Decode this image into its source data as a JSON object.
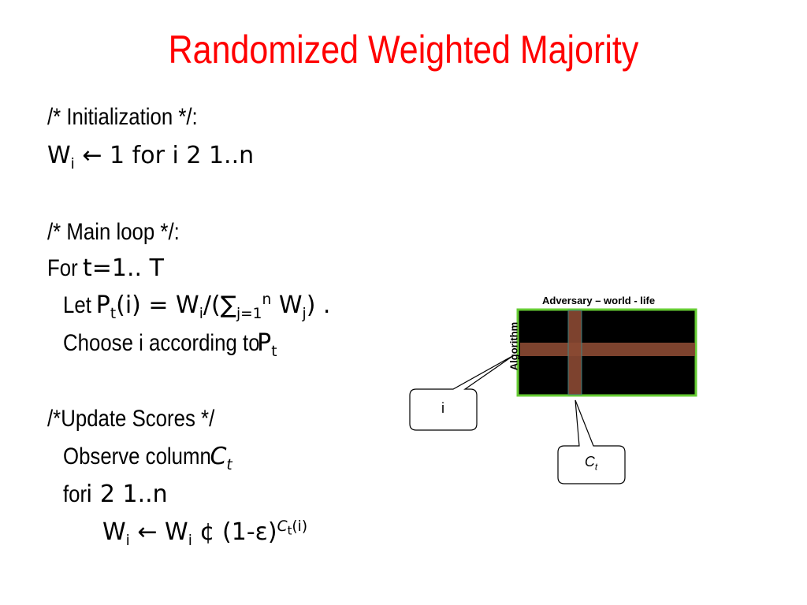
{
  "slide": {
    "title": "Randomized Weighted Majority",
    "init_comment": "/* Initialization */:",
    "init_W": "W",
    "init_sub_i": "i",
    "init_rest": " ← 1 for i 2 1..n",
    "main_comment": "/* Main loop */:",
    "for_kw": "For ",
    "for_rest": "t=1.. T",
    "let_kw": "Let ",
    "let_P": "P",
    "let_sub_t": "t",
    "let_mid": "(i) = W",
    "let_sub_i": "i",
    "let_div": "/(∑",
    "let_sub_j1": "j=1",
    "let_sup_n": "n",
    "let_W": " W",
    "let_sub_j": "j",
    "let_end": ") .",
    "choose_text": "Choose i according to ",
    "choose_P": "P",
    "choose_sub_t": "t",
    "update_comment": "/*Update Scores */",
    "observe_text": "Observe column ",
    "observe_C": "C",
    "observe_sub_t": "t",
    "loop_kw": "for ",
    "loop_rest": "i 2 1..n",
    "upd_W1": "W",
    "upd_sub_i1": "i",
    "upd_arrow": " ←  W",
    "upd_sub_i2": "i",
    "upd_rest": " ¢ (1-ε)",
    "upd_sup_C": "C",
    "upd_sup_t": "t",
    "upd_sup_i": "(i)"
  },
  "diagram": {
    "adversary_label": "Adversary – world - life",
    "algorithm_label": "Algorithm",
    "callout_i": "i",
    "callout_c": "C",
    "callout_c_sub": "t",
    "colors": {
      "matrix_fill": "#000000",
      "matrix_border": "#66cc33",
      "highlight": "#8b4a33"
    }
  }
}
